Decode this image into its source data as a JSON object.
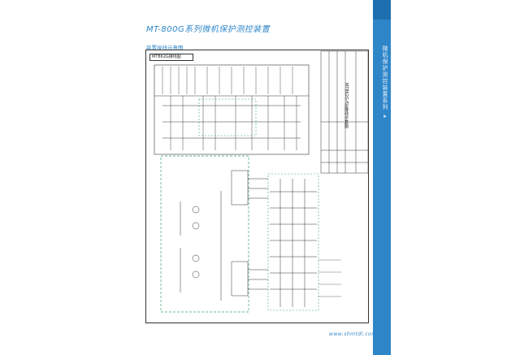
{
  "header": {
    "title": "MT-800G系列微机保护测控装置"
  },
  "sidebar": {
    "vertical_text": "微机保护测控装置系列",
    "arrow": "▸"
  },
  "section": {
    "title": "装置接线示意图"
  },
  "diagram": {
    "label": "MT862G接线图",
    "title_block_text": "MT862G-F型接线示意图"
  },
  "footer": {
    "url": "www.shmtdl.com"
  },
  "colors": {
    "accent": "#2e86c9",
    "dashed_box": "#3aa36b",
    "line": "#333333"
  }
}
